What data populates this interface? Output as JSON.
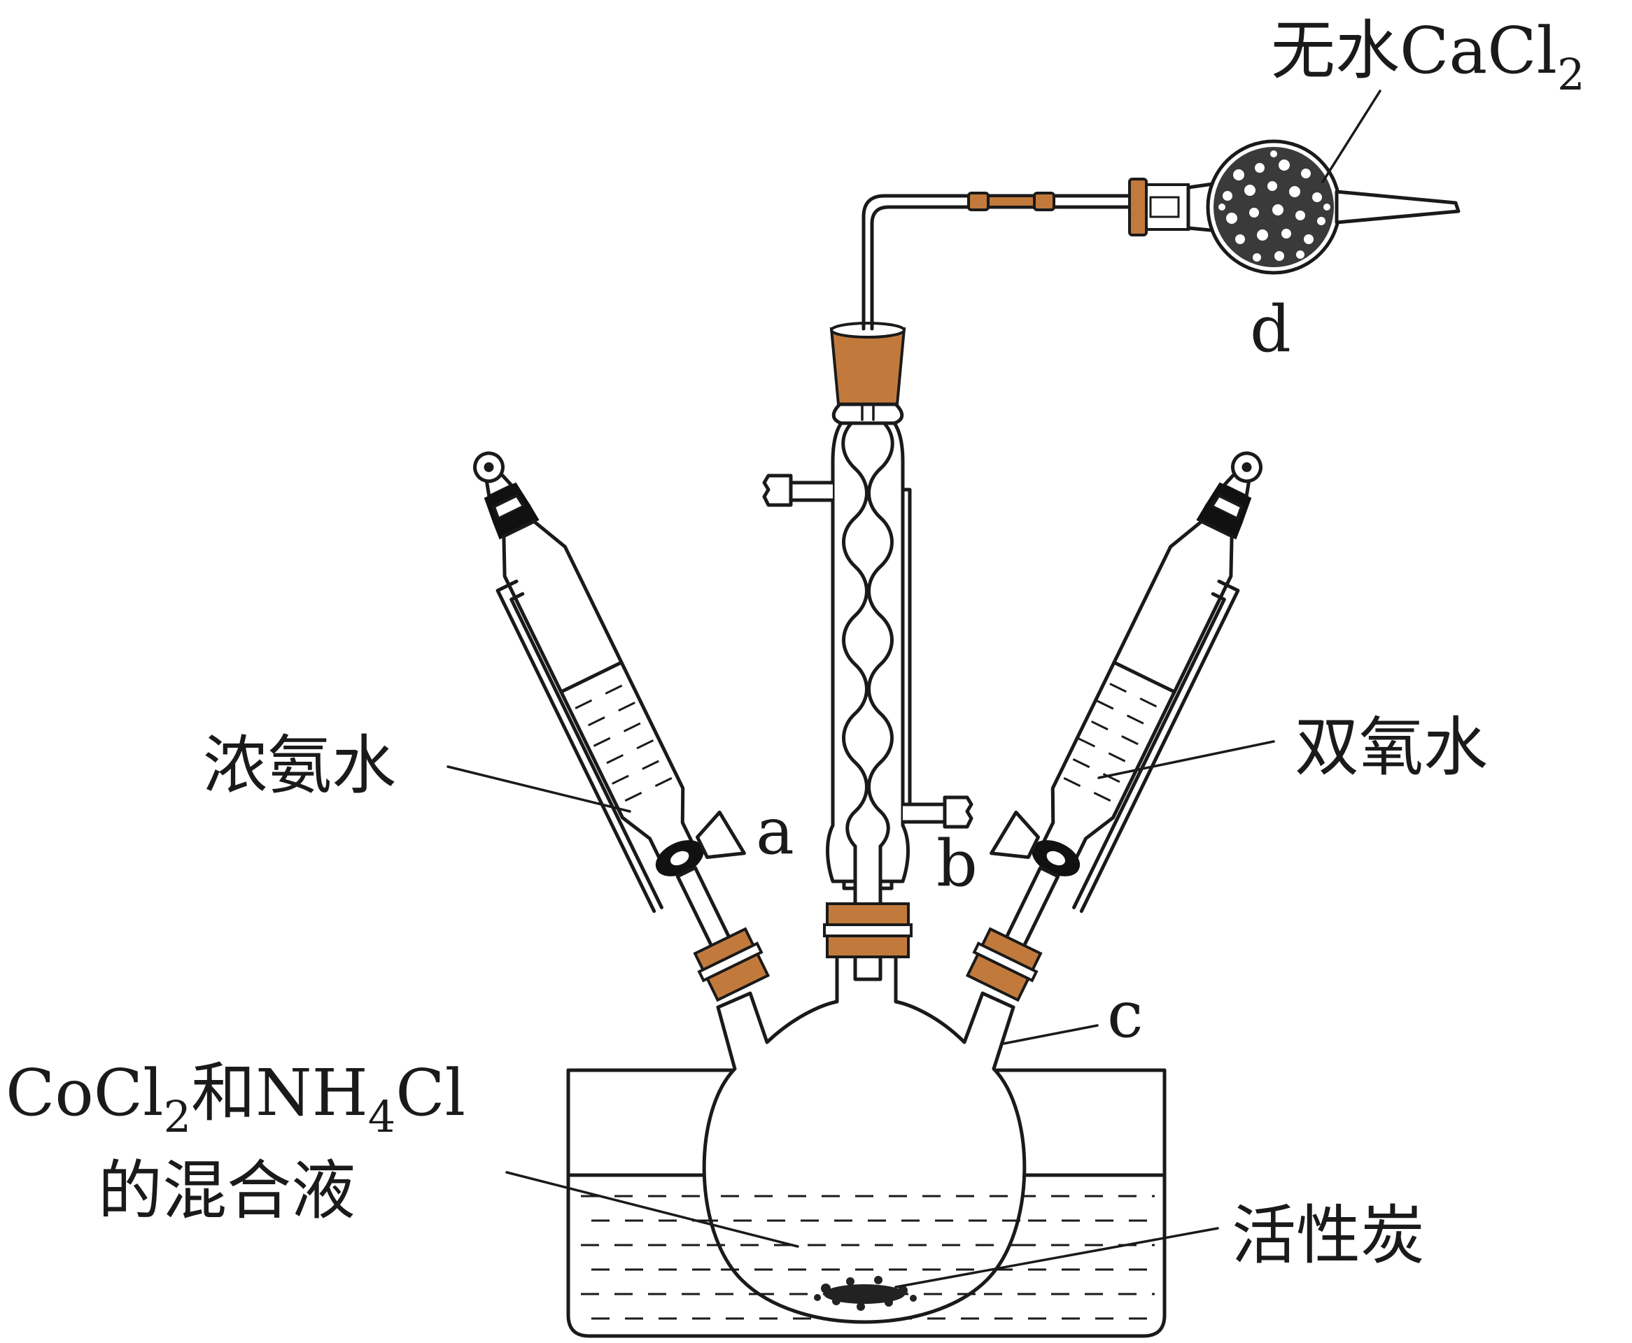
{
  "labels": {
    "calcium_chloride": "无水CaCl",
    "calcium_chloride_subscript": "2",
    "d": "d",
    "ammonia": "浓氨水",
    "hydrogen_peroxide": "双氧水",
    "a": "a",
    "b": "b",
    "c": "c",
    "mixture_line1_cocl": "CoCl",
    "mixture_line1_sub2": "2",
    "mixture_line1_and": "和NH",
    "mixture_line1_sub4": "4",
    "mixture_line1_cl": "Cl",
    "mixture_line2": "的混合液",
    "activated_carbon": "活性炭"
  },
  "colors": {
    "cork": "#c27a3c",
    "line": "#1a1a1a",
    "background": "#ffffff"
  }
}
